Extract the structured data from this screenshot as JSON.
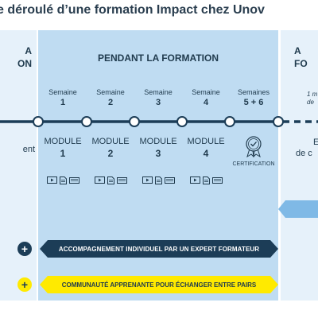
{
  "title": "e déroulé d’une formation Impact chez Unov",
  "before": {
    "heading": [
      "A",
      "ON"
    ],
    "side_text": "ent"
  },
  "during": {
    "heading": "PENDANT LA FORMATION",
    "weeks": [
      {
        "label": "Semaine",
        "number": "1"
      },
      {
        "label": "Semaine",
        "number": "2"
      },
      {
        "label": "Semaine",
        "number": "3"
      },
      {
        "label": "Semaine",
        "number": "4"
      },
      {
        "label": "Semaines",
        "number": "5 + 6"
      }
    ],
    "modules": [
      {
        "label": "MODULE",
        "number": "1"
      },
      {
        "label": "MODULE",
        "number": "2"
      },
      {
        "label": "MODULE",
        "number": "3"
      },
      {
        "label": "MODULE",
        "number": "4"
      }
    ],
    "certification_label": "CERTIFICATION",
    "icon_names": [
      "video-icon",
      "document-icon",
      "quiz-icon"
    ]
  },
  "after": {
    "heading": [
      "A",
      "FO"
    ],
    "note": [
      "1 m",
      "de"
    ],
    "side_text": [
      "E",
      "de c"
    ]
  },
  "bars": {
    "coaching": "ACCOMPAGNEMENT INDIVIDUEL PAR UN EXPERT FORMATEUR",
    "community": "COMMUNAUTÉ APPRENANTE POUR ÉCHANGER ENTRE PAIRS",
    "plus_symbol": "+"
  },
  "colors": {
    "dark_navy": "#1c3d57",
    "mid_blue": "#bfdcf2",
    "light_blue": "#e6f1fa",
    "accent_blue": "#7fb9e6",
    "yellow": "#ffea00",
    "text": "#1f3a4d"
  }
}
